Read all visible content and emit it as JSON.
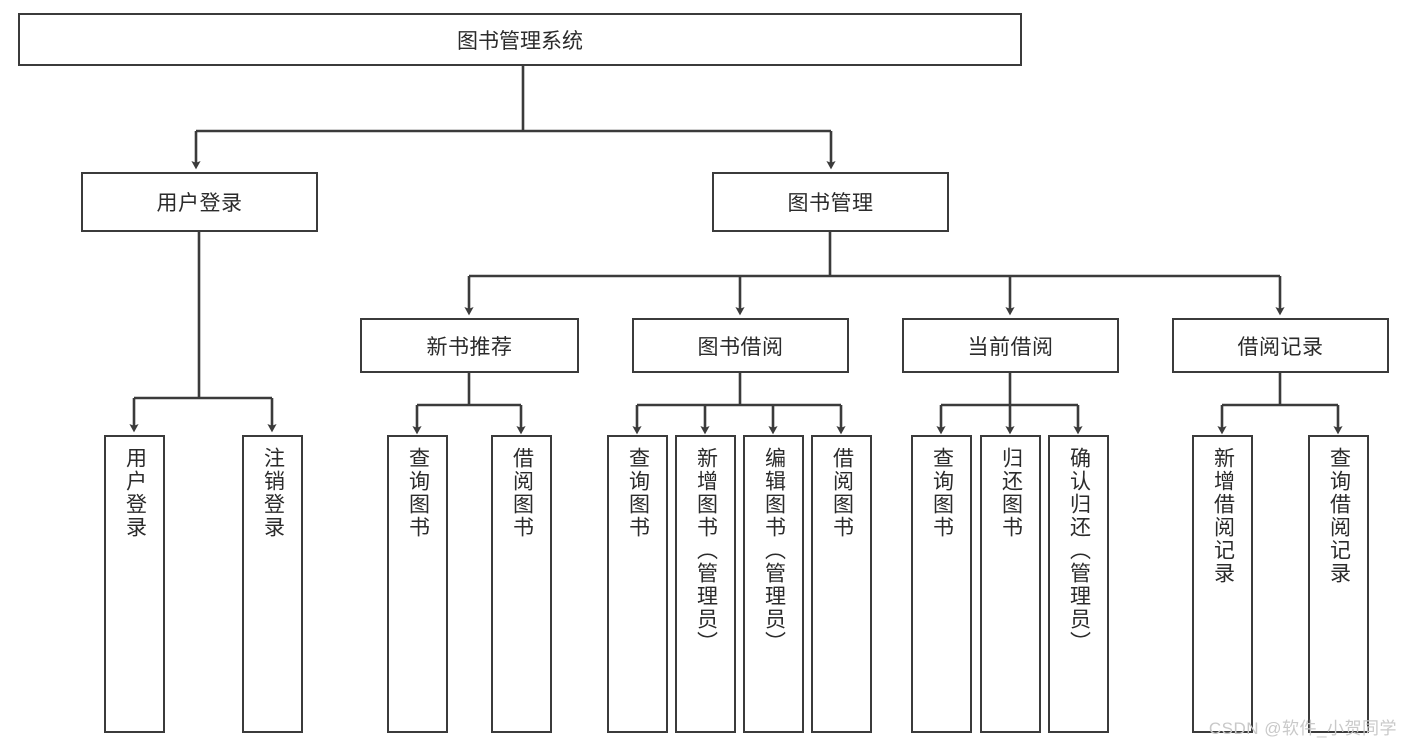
{
  "diagram": {
    "type": "tree",
    "title": "图书管理系统",
    "root": {
      "label": "图书管理系统"
    },
    "level1": [
      {
        "label": "用户登录"
      },
      {
        "label": "图书管理"
      }
    ],
    "level2": [
      {
        "label": "新书推荐"
      },
      {
        "label": "图书借阅"
      },
      {
        "label": "当前借阅"
      },
      {
        "label": "借阅记录"
      }
    ],
    "leaves": {
      "user_login": [
        {
          "label": "用户登录"
        },
        {
          "label": "注销登录"
        }
      ],
      "new_book_recommend": [
        {
          "label": "查询图书"
        },
        {
          "label": "借阅图书"
        }
      ],
      "book_borrow": [
        {
          "label": "查询图书"
        },
        {
          "label": "新增图书（管理员）"
        },
        {
          "label": "编辑图书（管理员）"
        },
        {
          "label": "借阅图书"
        }
      ],
      "current_borrow": [
        {
          "label": "查询图书"
        },
        {
          "label": "归还图书"
        },
        {
          "label": "确认归还（管理员）"
        }
      ],
      "borrow_record": [
        {
          "label": "新增借阅记录"
        },
        {
          "label": "查询借阅记录"
        }
      ]
    }
  },
  "watermark": {
    "text": "CSDN @软件_小贺同学"
  },
  "colors": {
    "stroke": "#3b3b3b",
    "text": "#2b2b2b",
    "background": "#ffffff",
    "watermark": "#c9c9c9"
  }
}
